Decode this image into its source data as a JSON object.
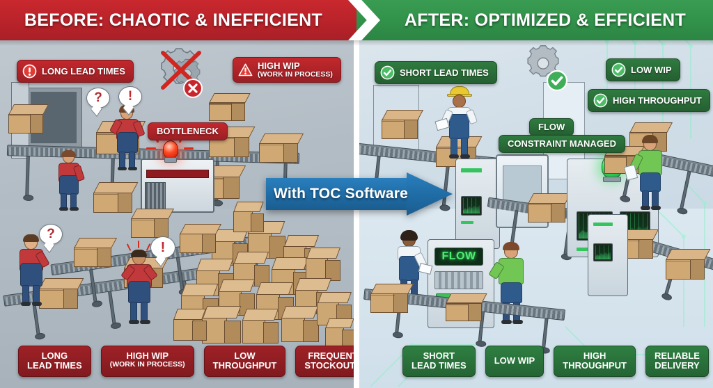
{
  "headers": {
    "left": "BEFORE: CHAOTIC & INEFFICIENT",
    "right": "AFTER: OPTIMIZED & EFFICIENT"
  },
  "center_arrow": {
    "label": "With TOC Software",
    "color": "#1f6ba4"
  },
  "left_panel": {
    "accent_color": "#b9232a",
    "badges": [
      {
        "icon": "exclamation-circle-icon",
        "text": "LONG LEAD TIMES",
        "sub": ""
      },
      {
        "icon": "warning-triangle-icon",
        "text": "HIGH WIP",
        "sub": "(WORK IN PROCESS)"
      },
      {
        "icon": "none",
        "text": "BOTTLENECK",
        "sub": ""
      }
    ],
    "bubbles": [
      "?",
      "!",
      "?",
      "!"
    ],
    "gear_status": "crossed-out",
    "chips": [
      {
        "line1": "LONG",
        "line2": "LEAD TIMES",
        "small": false
      },
      {
        "line1": "HIGH WIP",
        "line2": "(WORK IN PROCESS)",
        "small": true
      },
      {
        "line1": "LOW",
        "line2": "THROUGHPUT",
        "small": false
      },
      {
        "line1": "FREQUENT",
        "line2": "STOCKOUTS",
        "small": false
      }
    ]
  },
  "right_panel": {
    "accent_color": "#31914a",
    "badges": [
      {
        "icon": "check-circle-icon",
        "text": "SHORT LEAD TIMES"
      },
      {
        "icon": "check-circle-icon",
        "text": "LOW WIP"
      },
      {
        "icon": "check-circle-icon",
        "text": "HIGH THROUGHPUT"
      }
    ],
    "signs": [
      {
        "text": "FLOW"
      },
      {
        "text": "CONSTRAINT MANAGED"
      }
    ],
    "panel_display": "FLOW",
    "gear_status": "check",
    "chips": [
      {
        "line1": "SHORT",
        "line2": "LEAD TIMES",
        "small": false
      },
      {
        "line1": "LOW WIP",
        "line2": "",
        "small": false
      },
      {
        "line1": "HIGH",
        "line2": "THROUGHPUT",
        "small": false
      },
      {
        "line1": "RELIABLE",
        "line2": "DELIVERY",
        "small": false
      }
    ]
  }
}
